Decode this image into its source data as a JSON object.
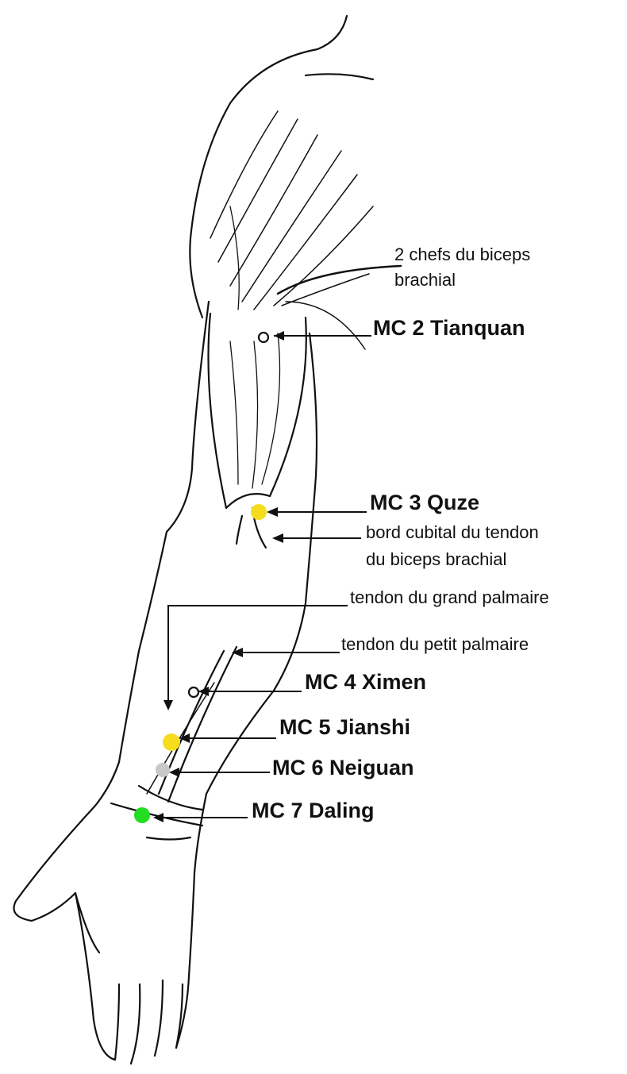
{
  "labels": {
    "biceps_line1": "2 chefs du biceps",
    "biceps_line2": "brachial",
    "mc2": "MC 2 Tianquan",
    "mc3": "MC 3 Quze",
    "cubital_line1": "bord cubital du tendon",
    "cubital_line2": "du biceps brachial",
    "grand_palmaire": "tendon du grand palmaire",
    "petit_palmaire": "tendon du petit palmaire",
    "mc4": "MC 4 Ximen",
    "mc5": "MC 5 Jianshi",
    "mc6": "MC 6 Neiguan",
    "mc7": "MC 7 Daling"
  },
  "colors": {
    "mc3_marker": "#f5dc1e",
    "mc5_marker": "#f5dc1e",
    "mc6_marker": "#c8c8c8",
    "mc7_marker": "#22dd22",
    "ink": "#111111"
  }
}
